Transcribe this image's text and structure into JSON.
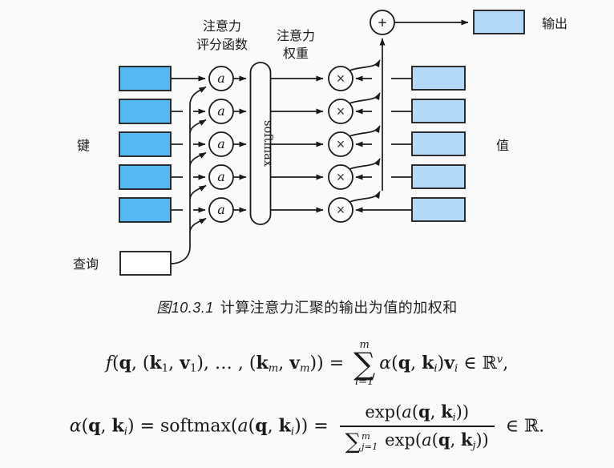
{
  "diagram": {
    "labels": {
      "scoring_line1": "注意力",
      "scoring_line2": "评分函数",
      "weights_line1": "注意力",
      "weights_line2": "权重",
      "keys": "键",
      "query": "查询",
      "values": "值",
      "output": "输出",
      "softmax": "softmax"
    },
    "symbols": {
      "scoring": "a",
      "multiply": "×",
      "sum": "+"
    },
    "colors": {
      "key_fill": "#56b8f1",
      "value_fill": "#b4d9f8",
      "output_fill": "#b4d9f8",
      "query_fill": "#ffffff",
      "softmax_fill": "#fafafa",
      "stroke": "#1a1a1a"
    },
    "counts": {
      "keys": 5,
      "values": 5
    }
  },
  "caption": {
    "figure_number": "图10.3.1",
    "text": "计算注意力汇聚的输出为值的加权和"
  },
  "formulas": {
    "f1": [
      {
        "x": "f",
        "c": "i"
      },
      {
        "x": "(",
        "c": ""
      },
      {
        "x": "q",
        "c": "b"
      },
      {
        "x": ", (",
        "c": ""
      },
      {
        "x": "k",
        "c": "b"
      },
      {
        "x": "1",
        "c": "sub"
      },
      {
        "x": ", ",
        "c": ""
      },
      {
        "x": "v",
        "c": "b"
      },
      {
        "x": "1",
        "c": "sub"
      },
      {
        "x": "), … , (",
        "c": ""
      },
      {
        "x": "k",
        "c": "b"
      },
      {
        "x": "m",
        "c": "sub i"
      },
      {
        "x": ", ",
        "c": ""
      },
      {
        "x": "v",
        "c": "b"
      },
      {
        "x": "m",
        "c": "sub i"
      },
      {
        "x": ")) = ",
        "c": ""
      },
      {
        "t": "bigsum",
        "base": "∑",
        "top": "m",
        "bot": "i=1"
      },
      {
        "x": "α",
        "c": "i"
      },
      {
        "x": "(",
        "c": ""
      },
      {
        "x": "q",
        "c": "b"
      },
      {
        "x": ", ",
        "c": ""
      },
      {
        "x": "k",
        "c": "b"
      },
      {
        "x": "i",
        "c": "sub i"
      },
      {
        "x": ")",
        "c": ""
      },
      {
        "x": "v",
        "c": "b"
      },
      {
        "x": "i",
        "c": "sub i"
      },
      {
        "x": " ∈ ℝ",
        "c": ""
      },
      {
        "x": "v",
        "c": "sup i"
      },
      {
        "x": ",",
        "c": ""
      }
    ],
    "f2": [
      {
        "x": "α",
        "c": "i"
      },
      {
        "x": "(",
        "c": ""
      },
      {
        "x": "q",
        "c": "b"
      },
      {
        "x": ", ",
        "c": ""
      },
      {
        "x": "k",
        "c": "b"
      },
      {
        "x": "i",
        "c": "sub i"
      },
      {
        "x": ") = softmax(",
        "c": ""
      },
      {
        "x": "a",
        "c": "i"
      },
      {
        "x": "(",
        "c": ""
      },
      {
        "x": "q",
        "c": "b"
      },
      {
        "x": ", ",
        "c": ""
      },
      {
        "x": "k",
        "c": "b"
      },
      {
        "x": "i",
        "c": "sub i"
      },
      {
        "x": ")) = ",
        "c": ""
      },
      {
        "t": "frac",
        "num": [
          {
            "x": "exp(",
            "c": ""
          },
          {
            "x": "a",
            "c": "i"
          },
          {
            "x": "(",
            "c": ""
          },
          {
            "x": "q",
            "c": "b"
          },
          {
            "x": ", ",
            "c": ""
          },
          {
            "x": "k",
            "c": "b"
          },
          {
            "x": "i",
            "c": "sub i"
          },
          {
            "x": "))",
            "c": ""
          }
        ],
        "den": [
          {
            "t": "stack",
            "base": "∑",
            "sup": "m",
            "sub": "j=1"
          },
          {
            "x": " exp(",
            "c": ""
          },
          {
            "x": "a",
            "c": "i"
          },
          {
            "x": "(",
            "c": ""
          },
          {
            "x": "q",
            "c": "b"
          },
          {
            "x": ", ",
            "c": ""
          },
          {
            "x": "k",
            "c": "b"
          },
          {
            "x": "j",
            "c": "sub i"
          },
          {
            "x": "))",
            "c": ""
          }
        ]
      },
      {
        "x": " ∈ ℝ.",
        "c": ""
      }
    ]
  }
}
